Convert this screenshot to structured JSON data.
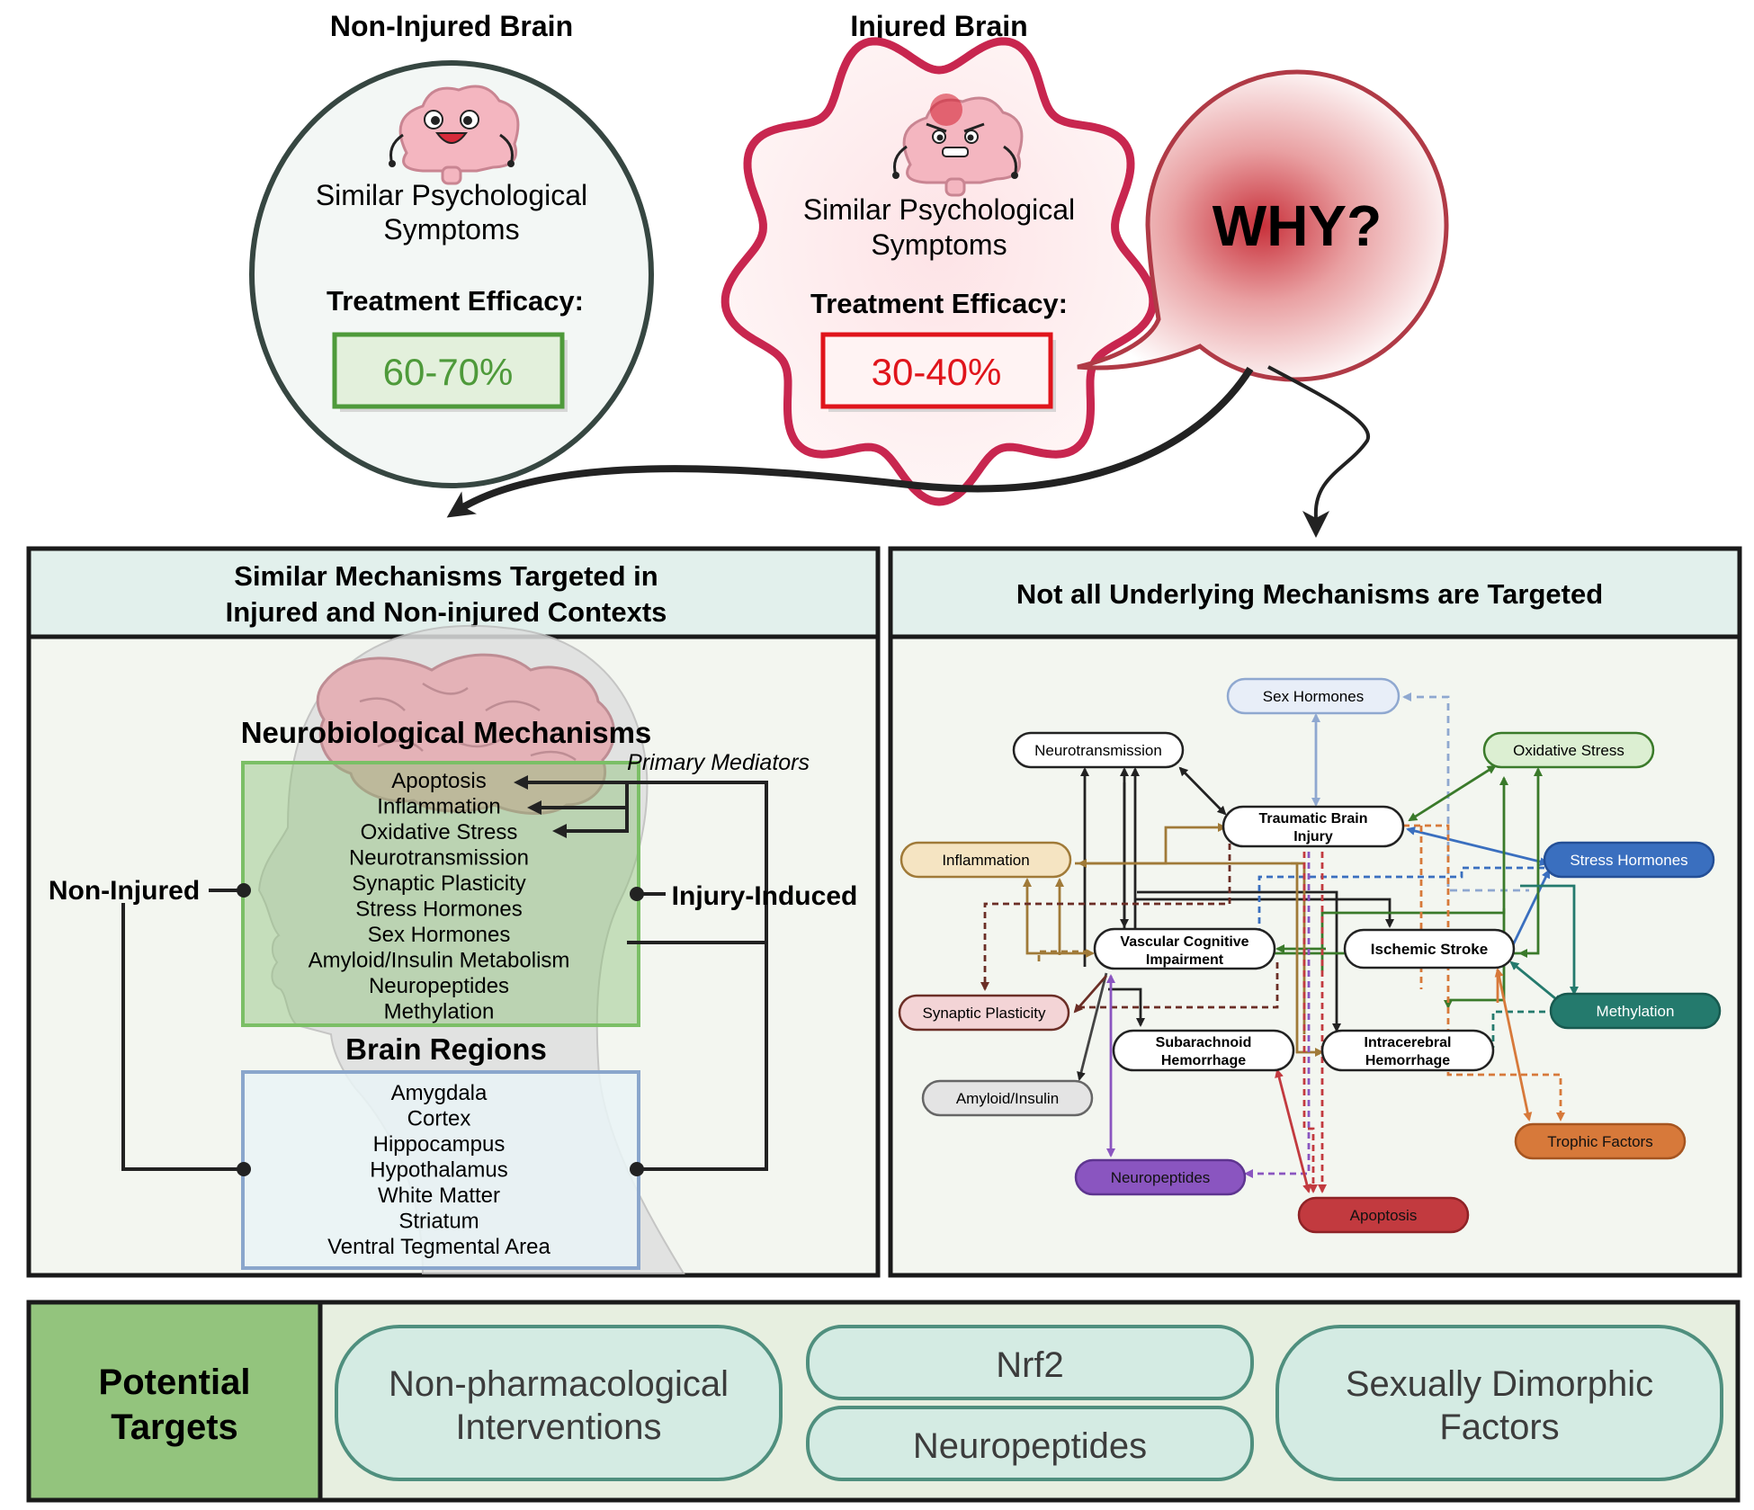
{
  "top": {
    "non_injured": {
      "title": "Non-Injured Brain",
      "symptoms_line1": "Similar Psychological",
      "symptoms_line2": "Symptoms",
      "efficacy_label": "Treatment Efficacy:",
      "efficacy_value": "60-70%"
    },
    "injured": {
      "title": "Injured Brain",
      "symptoms_line1": "Similar Psychological",
      "symptoms_line2": "Symptoms",
      "efficacy_label": "Treatment Efficacy:",
      "efficacy_value": "30-40%"
    },
    "why": "WHY?"
  },
  "left_panel": {
    "header_line1": "Similar Mechanisms Targeted in",
    "header_line2": "Injured and Non-injured Contexts",
    "mechanisms_title": "Neurobiological Mechanisms",
    "primary_mediators": "Primary Mediators",
    "mechanisms": [
      "Apoptosis",
      "Inflammation",
      "Oxidative Stress",
      "Neurotransmission",
      "Synaptic Plasticity",
      "Stress Hormones",
      "Sex Hormones",
      "Amyloid/Insulin Metabolism",
      "Neuropeptides",
      "Methylation"
    ],
    "regions_title": "Brain Regions",
    "regions": [
      "Amygdala",
      "Cortex",
      "Hippocampus",
      "Hypothalamus",
      "White Matter",
      "Striatum",
      "Ventral Tegmental Area"
    ],
    "non_injured_label": "Non-Injured",
    "injury_induced_label": "Injury-Induced"
  },
  "right_panel": {
    "header": "Not all Underlying Mechanisms are Targeted",
    "nodes": {
      "sex_hormones": "Sex Hormones",
      "neurotransmission": "Neurotransmission",
      "oxidative_stress": "Oxidative Stress",
      "tbi_line1": "Traumatic Brain",
      "tbi_line2": "Injury",
      "inflammation": "Inflammation",
      "stress_hormones": "Stress Hormones",
      "vci_line1": "Vascular Cognitive",
      "vci_line2": "Impairment",
      "ischemic_stroke": "Ischemic Stroke",
      "synaptic_plasticity": "Synaptic Plasticity",
      "methylation": "Methylation",
      "sah_line1": "Subarachnoid",
      "sah_line2": "Hemorrhage",
      "ich_line1": "Intracerebral",
      "ich_line2": "Hemorrhage",
      "amyloid_insulin": "Amyloid/Insulin",
      "trophic_factors": "Trophic Factors",
      "neuropeptides": "Neuropeptides",
      "apoptosis": "Apoptosis"
    }
  },
  "bottom": {
    "label_line1": "Potential",
    "label_line2": "Targets",
    "target1_line1": "Non-pharmacological",
    "target1_line2": "Interventions",
    "target2": "Nrf2",
    "target3": "Neuropeptides",
    "target4_line1": "Sexually Dimorphic",
    "target4_line2": "Factors"
  },
  "colors": {
    "green_accent": "#4e9a3a",
    "red_accent": "#e0141b",
    "injured_outline": "#c8264f",
    "panel_header_bg": "#e2f0ec",
    "potential_targets_bg": "#93c47d"
  }
}
